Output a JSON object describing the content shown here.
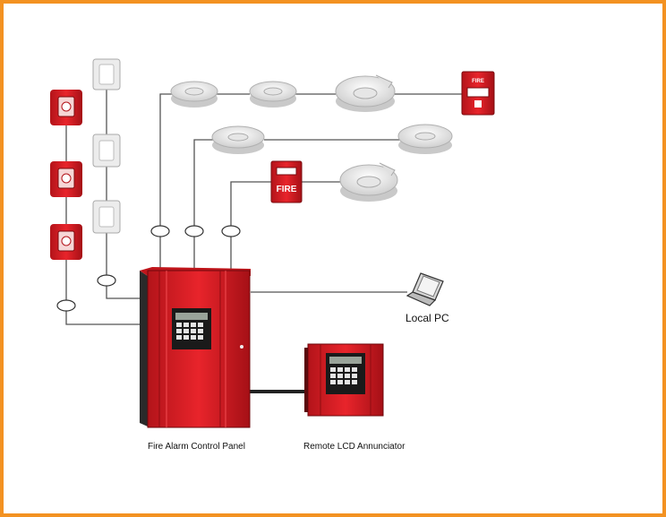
{
  "labels": {
    "local_pc": "Local PC",
    "control_panel": "Fire Alarm Control Panel",
    "annunciator": "Remote LCD Annunciator",
    "pull_station_small": "FIRE",
    "pull_station_large": "FIRE"
  },
  "colors": {
    "border": "#f39222",
    "panel_red": "#e11b22",
    "panel_dark": "#8e0d11",
    "wire": "#555555",
    "detector_white": "#f2f2f2"
  },
  "icons": {
    "horn_strobe": "red-horn-strobe-icon",
    "strobe": "white-strobe-icon",
    "smoke_detector": "smoke-detector-icon",
    "pull_station": "manual-pull-station-icon",
    "laptop": "laptop-icon"
  }
}
